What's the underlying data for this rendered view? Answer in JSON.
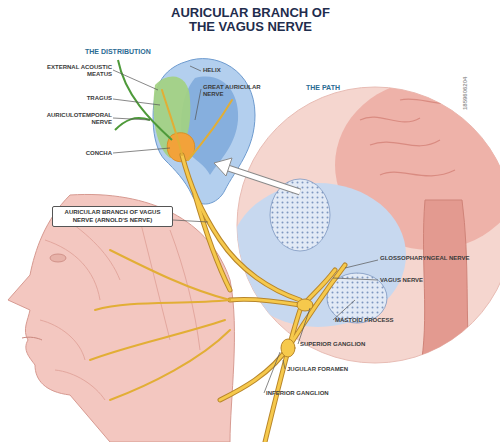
{
  "diagram": {
    "title": "AURICULAR BRANCH OF THE VAGUS NERVE",
    "nodes": [
      {
        "text": [
          "AURICULAR BRANCH OF VAGUS NERVE (ARNOLD'S NERVE)"
        ]
      }
    ],
    "labels": [
      "THE DISTRIBUTION",
      "EXTERNAL ACOUSTIC MEATUS",
      "TRAGUS",
      "AURICULOTEMPORAL NERVE",
      "CONCHA",
      "HELIX",
      "GREAT AURICULAR NERVE",
      "THE PATH",
      "GLOSSOPHARYNGEAL NERVE",
      "VAGUS NERVE",
      "MASTOID PROCESS",
      "SUPERIOR GANGLION",
      "JUGULAR FORAMEN",
      "INFERIOR GANGLION",
      "1859606204"
    ]
  }
}
